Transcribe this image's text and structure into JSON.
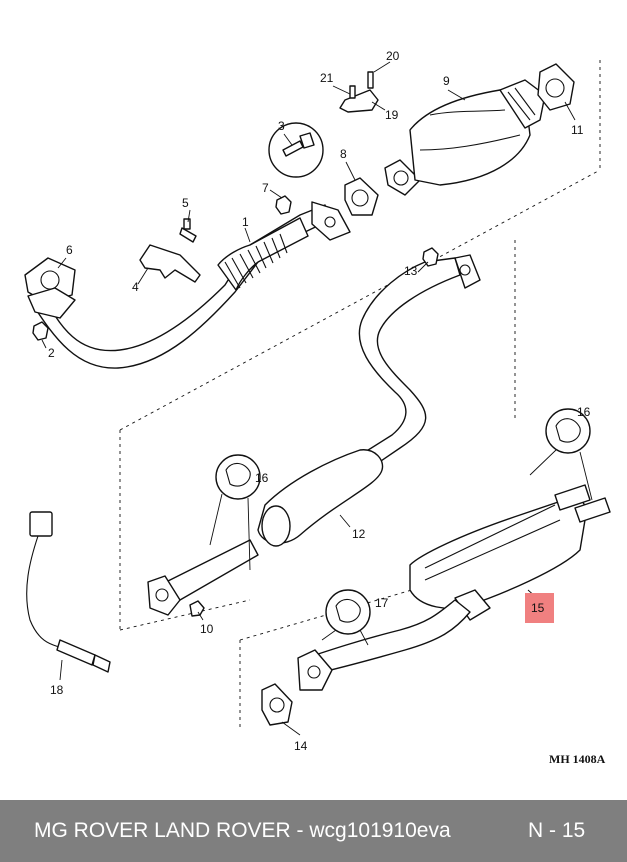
{
  "diagram": {
    "reference_code": "MH 1408A",
    "highlight_color": "#f08080",
    "callouts": {
      "c1": "1",
      "c2": "2",
      "c3": "3",
      "c4": "4",
      "c5": "5",
      "c6": "6",
      "c7": "7",
      "c8": "8",
      "c9": "9",
      "c10": "10",
      "c11": "11",
      "c12": "12",
      "c13": "13",
      "c14": "14",
      "c15": "15",
      "c16a": "16",
      "c16b": "16",
      "c17": "17",
      "c18": "18",
      "c19": "19",
      "c20": "20",
      "c21": "21"
    }
  },
  "footer": {
    "title": "MG ROVER LAND ROVER - wcg101910eva",
    "page": "N - 15",
    "background": "#7f7f7f"
  }
}
